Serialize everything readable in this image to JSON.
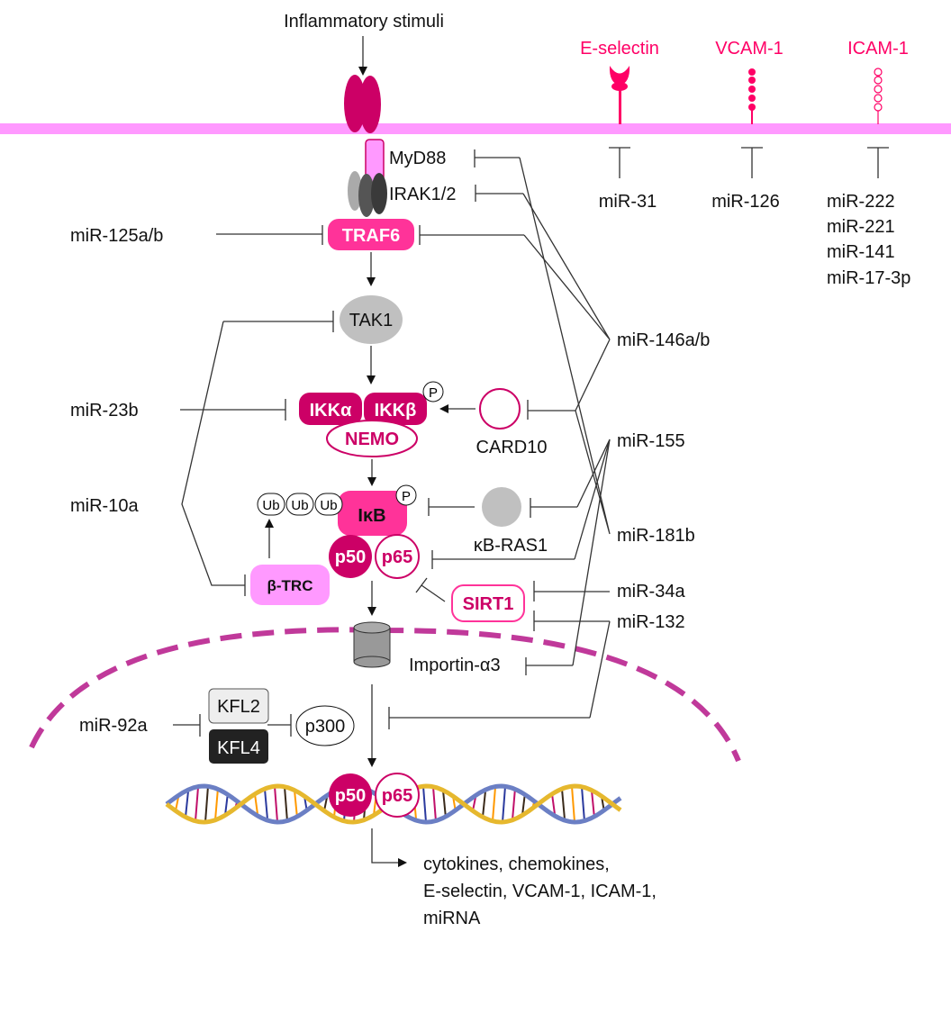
{
  "stimulus": "Inflammatory stimuli",
  "receptors": [
    {
      "label": "E-selectin",
      "mirnas": [
        "miR-31"
      ]
    },
    {
      "label": "VCAM-1",
      "mirnas": [
        "miR-126"
      ]
    },
    {
      "label": "ICAM-1",
      "mirnas": [
        "miR-222",
        "miR-221",
        "miR-141",
        "miR-17-3p"
      ]
    }
  ],
  "proteins": {
    "myd88": "MyD88",
    "irak": "IRAK1/2",
    "traf6": "TRAF6",
    "tak1": "TAK1",
    "ikka": "IKKα",
    "ikkb": "IKKβ",
    "nemo": "NEMO",
    "phospho": "P",
    "card10": "CARD10",
    "ikb": "IκB",
    "ub": "Ub",
    "kbras1": "κB-RAS1",
    "p50": "p50",
    "p65": "p65",
    "btrc": "β-TRC",
    "sirt1": "SIRT1",
    "importin": "Importin-α3",
    "kfl2": "KFL2",
    "kfl4": "KFL4",
    "p300": "p300"
  },
  "mirnas": {
    "mir125": "miR-125a/b",
    "mir23b": "miR-23b",
    "mir10a": "miR-10a",
    "mir92a": "miR-92a",
    "mir146": "miR-146a/b",
    "mir155": "miR-155",
    "mir181b": "miR-181b",
    "mir34a": "miR-34a",
    "mir132": "miR-132"
  },
  "outputs": [
    "cytokines, chemokines,",
    "E-selectin, VCAM-1, ICAM-1,",
    "miRNA"
  ],
  "colors": {
    "membrane": "#ff99ff",
    "dark_magenta": "#cc0066",
    "hot_pink": "#ff3399",
    "receptor_text": "#ff0066",
    "nucleus_border": "#c0399a"
  }
}
